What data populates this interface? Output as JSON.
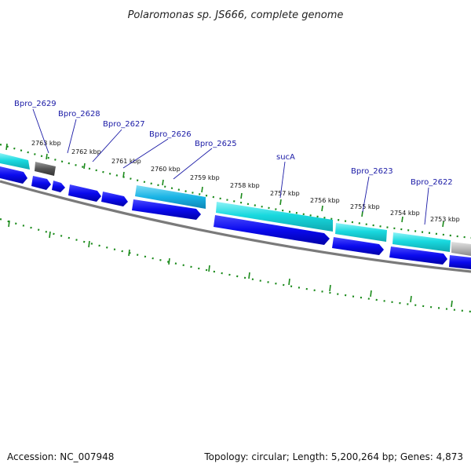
{
  "title": "Polaromonas sp. JS666, complete genome",
  "footer": {
    "accession": "Accession: NC_007948",
    "summary": "Topology: circular; Length: 5,200,264 bp; Genes: 4,873"
  },
  "colors": {
    "cds": "#0a0aee",
    "gene": "#19d9df",
    "pseudogene": "#555555",
    "gene_other": "#b8b8b8",
    "tick": "#1a8a1a",
    "backbone": "#777777",
    "label": "#1a1aa6"
  },
  "scale": {
    "labels": [
      "2763 kbp",
      "2762 kbp",
      "2761 kbp",
      "2760 kbp",
      "2759 kbp",
      "2758 kbp",
      "2757 kbp",
      "2756 kbp",
      "2755 kbp",
      "2754 kbp",
      "2753 kbp"
    ]
  },
  "genes": [
    {
      "name": "Bpro_2629"
    },
    {
      "name": "Bpro_2628"
    },
    {
      "name": "Bpro_2627"
    },
    {
      "name": "Bpro_2626"
    },
    {
      "name": "Bpro_2625"
    },
    {
      "name": "sucA"
    },
    {
      "name": "Bpro_2623"
    },
    {
      "name": "Bpro_2622"
    }
  ]
}
